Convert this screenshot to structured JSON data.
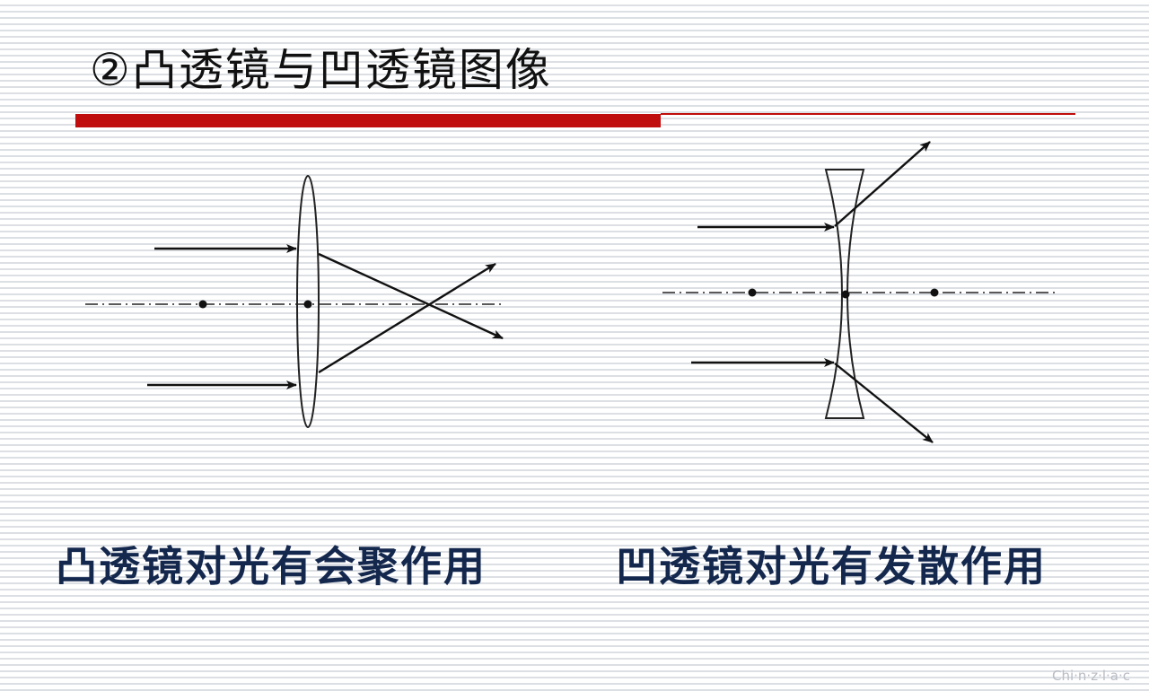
{
  "title": "②凸透镜与凹透镜图像",
  "captions": {
    "convex": "凸透镜对光有会聚作用",
    "concave": "凹透镜对光有发散作用"
  },
  "watermark": "Chi·n·z·l·a·c",
  "colors": {
    "accent_red": "#c00d0d",
    "caption_text": "#14284e",
    "ray_stroke": "#111111"
  }
}
